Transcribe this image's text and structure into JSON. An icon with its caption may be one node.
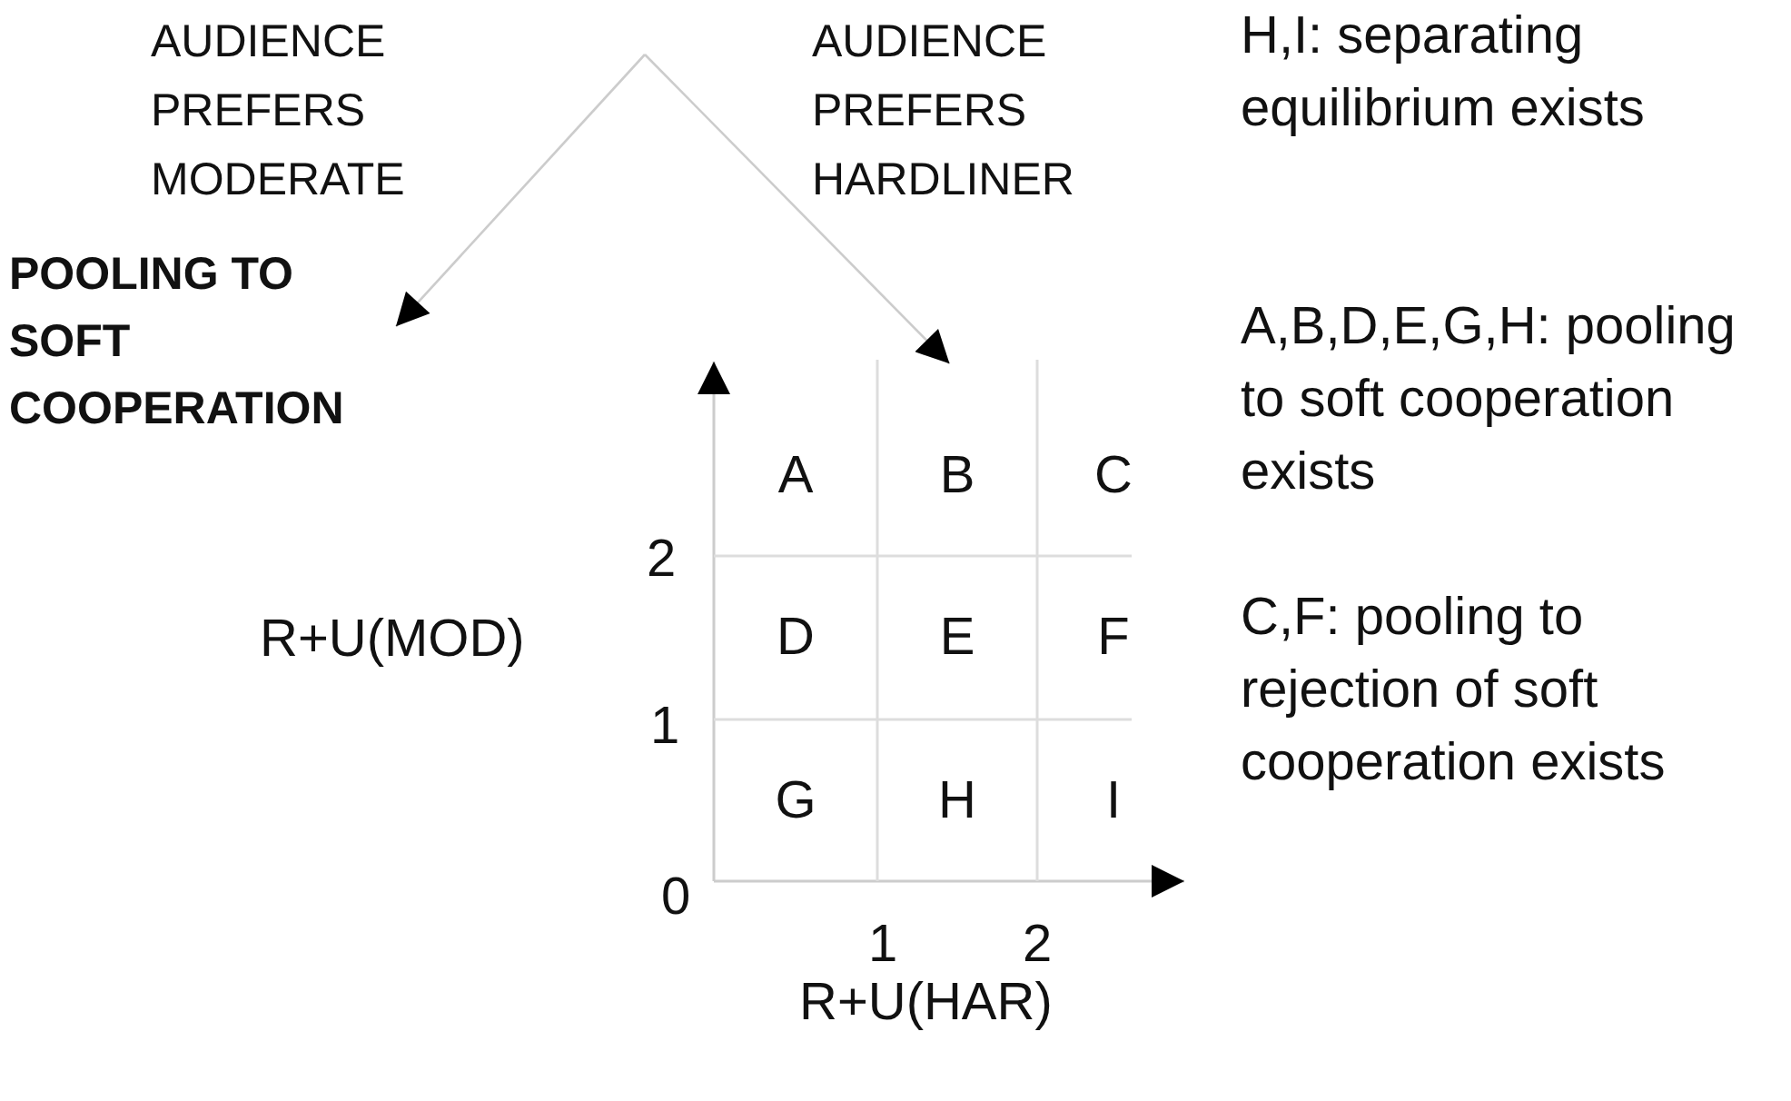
{
  "diagram": {
    "nodes": [
      {
        "text": [
          "POOLING TO SOFT COOPERATION"
        ]
      },
      {
        "text": [],
        "shape": "box"
      },
      {
        "text": [
          "A"
        ],
        "in": 1
      },
      {
        "text": [
          "B"
        ],
        "in": 1
      },
      {
        "text": [
          "C"
        ],
        "in": 1
      },
      {
        "text": [
          "D"
        ],
        "in": 1
      },
      {
        "text": [
          "E"
        ],
        "in": 1
      },
      {
        "text": [
          "F"
        ],
        "in": 1
      },
      {
        "text": [
          "G"
        ],
        "in": 1
      },
      {
        "text": [
          "H"
        ],
        "in": 1
      },
      {
        "text": [
          "I"
        ],
        "in": 1
      }
    ],
    "edges": [
      {
        "from": null,
        "to": 0,
        "arrow": "to"
      },
      {
        "from": null,
        "to": 1,
        "arrow": "to"
      }
    ],
    "labels": [
      "AUDIENCE PREFERS MODERATE",
      "AUDIENCE PREFERS HARDLINER",
      "H,I: separating equilibrium exists",
      "A,B,D,E,G,H: pooling to soft cooperation exists",
      "C,F: pooling to rejection of soft cooperation exists",
      "2",
      "R+U(MOD)",
      "1",
      "0",
      "1",
      "2",
      "R+U(HAR)"
    ]
  }
}
